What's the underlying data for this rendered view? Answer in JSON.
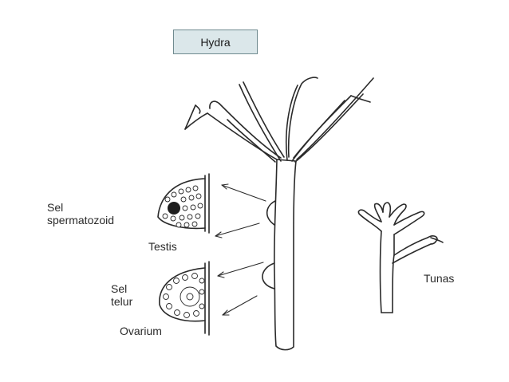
{
  "title": "Hydra",
  "labels": {
    "sperm_cell": [
      "Sel",
      "spermatozoid"
    ],
    "testis": "Testis",
    "egg_cell": [
      "Sel",
      "telur"
    ],
    "ovary": "Ovarium",
    "bud": "Tunas"
  }
}
